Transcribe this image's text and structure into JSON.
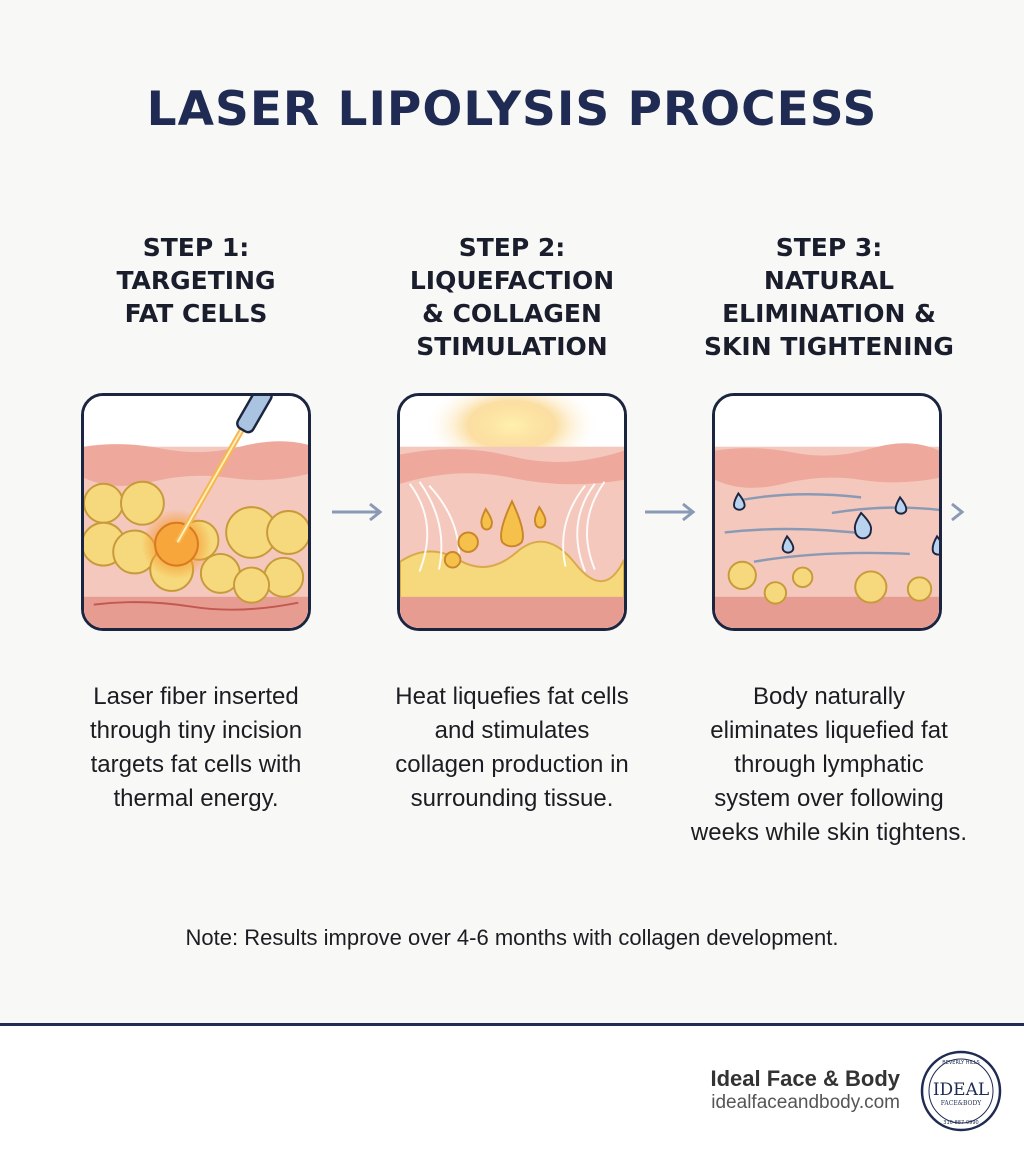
{
  "title": "LASER LIPOLYSIS PROCESS",
  "steps": [
    {
      "heading": [
        "STEP 1:",
        "TARGETING",
        "FAT CELLS"
      ],
      "description": [
        "Laser fiber inserted",
        "through tiny incision",
        "targets fat cells with",
        "thermal energy."
      ]
    },
    {
      "heading": [
        "STEP 2:",
        "LIQUEFACTION",
        "& COLLAGEN",
        "STIMULATION"
      ],
      "description": [
        "Heat liquefies fat cells",
        "and stimulates",
        "collagen production in",
        "surrounding tissue."
      ]
    },
    {
      "heading": [
        "STEP 3:",
        "NATURAL",
        "ELIMINATION &",
        "SKIN TIGHTENING"
      ],
      "description": [
        "Body naturally",
        "eliminates liquefied fat",
        "through lymphatic",
        "system over following",
        "weeks while skin tightens."
      ]
    }
  ],
  "note": "Note: Results improve over 4-6 months with collagen development.",
  "footer": {
    "brand_name": "Ideal Face & Body",
    "brand_url": "idealfaceandbody.com",
    "logo": {
      "top_arc": "BEVERLY HILLS",
      "word": "IDEAL",
      "sub": "FACE&BODY",
      "bottom_arc": "310-887-9990"
    }
  },
  "colors": {
    "title": "#1f2b52",
    "panel_border": "#1c2540",
    "skin": "#f2c0b5",
    "fat": "#f6d97c",
    "laser": "#f59a2e",
    "fluid": "#7aa9d8",
    "arrow": "#8a9ab5"
  }
}
